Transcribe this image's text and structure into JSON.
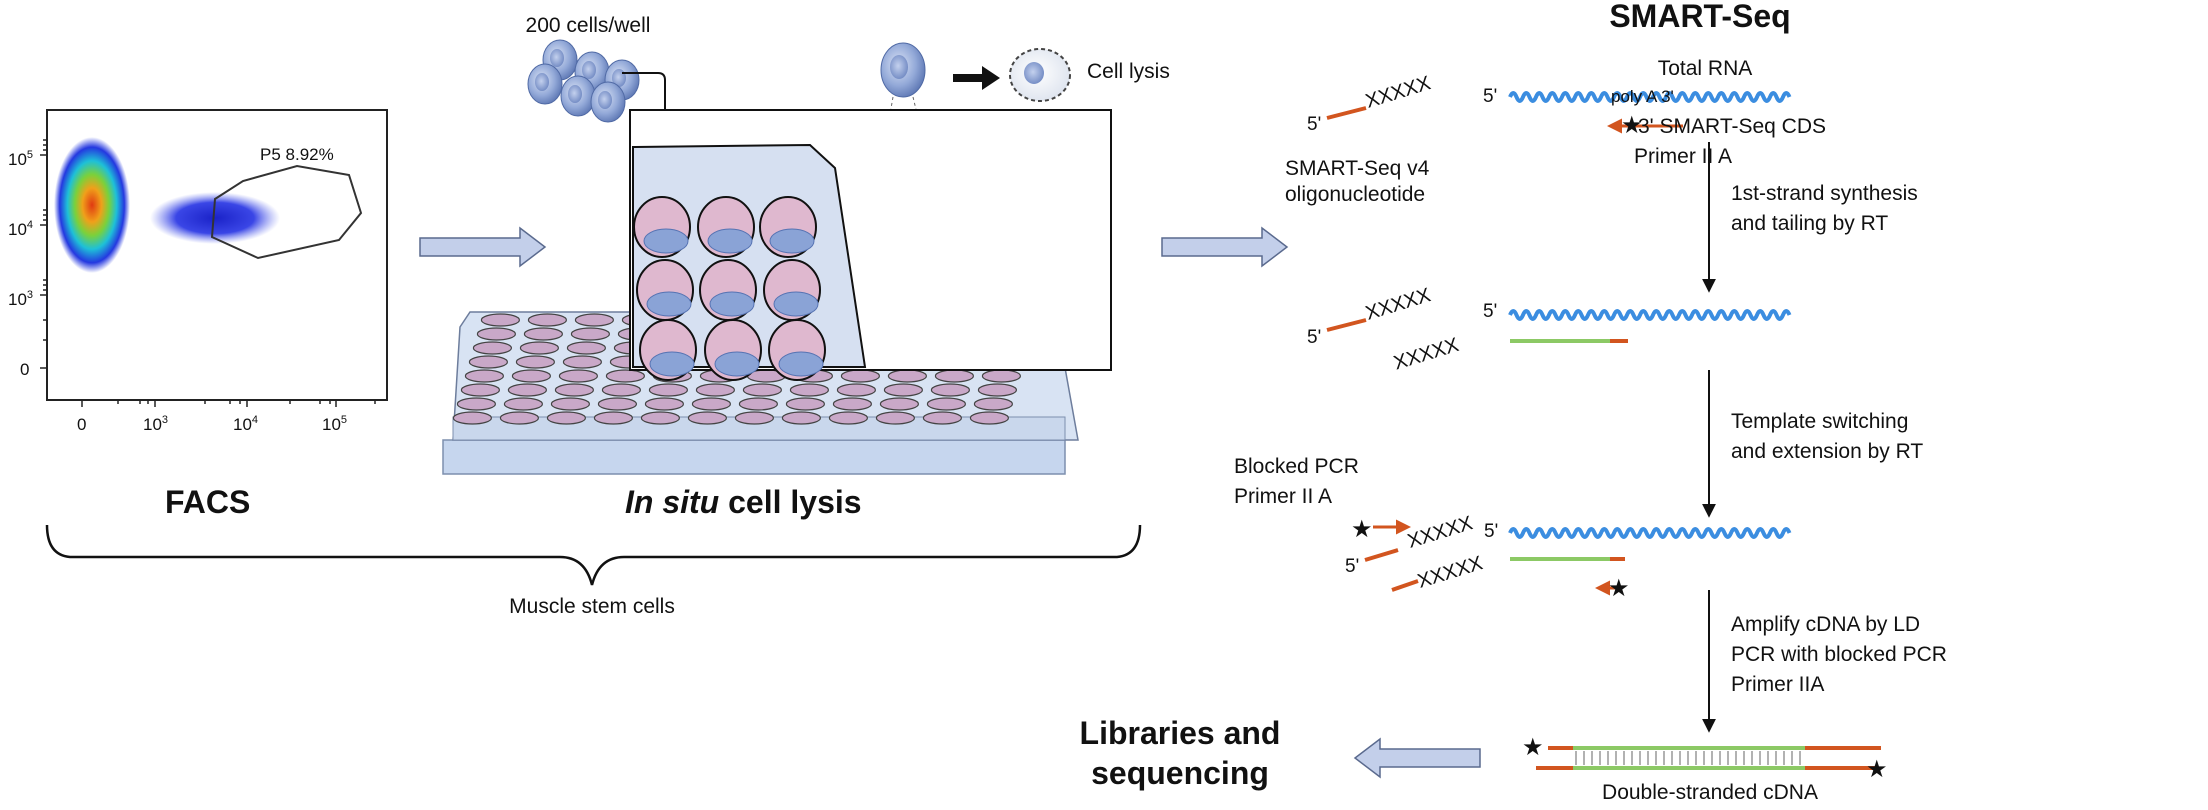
{
  "facs": {
    "title": "FACS",
    "gate_label": "P5 8.92%",
    "y_ticks": [
      "10^5",
      "10^4",
      "10^3",
      "0"
    ],
    "x_ticks": [
      "0",
      "10^3",
      "10^4",
      "10^5"
    ],
    "gate_percent": 8.92
  },
  "lysis": {
    "title_italic": "In situ",
    "title_rest": " cell lysis",
    "cells_label": "200 cells/well",
    "cell_lysis_label": "Cell lysis"
  },
  "bracket_label": "Muscle stem cells",
  "smartseq": {
    "title": "SMART-Seq",
    "total_rna": "Total RNA",
    "five_prime": "5'",
    "polya": "poly A 3'",
    "xxxxx": "XXXXX",
    "cds_primer_line1": "3' SMART-Seq CDS",
    "cds_primer_line2": "Primer II A",
    "oligo_line1": "SMART-Seq v4",
    "oligo_line2": "oligonucleotide",
    "step1_line1": "1st-strand synthesis",
    "step1_line2": "and tailing by RT",
    "step2_line1": "Template switching",
    "step2_line2": "and extension by RT",
    "blocked_line1": "Blocked PCR",
    "blocked_line2": "Primer II A",
    "step3_line1": "Amplify cDNA by LD",
    "step3_line2": "PCR with blocked PCR",
    "step3_line3": "Primer IIA",
    "dscdna": "Double-stranded cDNA"
  },
  "output": {
    "line1": "Libraries and",
    "line2": "sequencing"
  },
  "colors": {
    "rna": "#3b8de0",
    "cdna": "#8cc965",
    "primer": "#d2551f",
    "arrow_fill": "#c3cfea",
    "well_pink": "#d9b3cc",
    "plate_blue": "#c9d8ee",
    "cell_blue": "#8ea6d6"
  }
}
